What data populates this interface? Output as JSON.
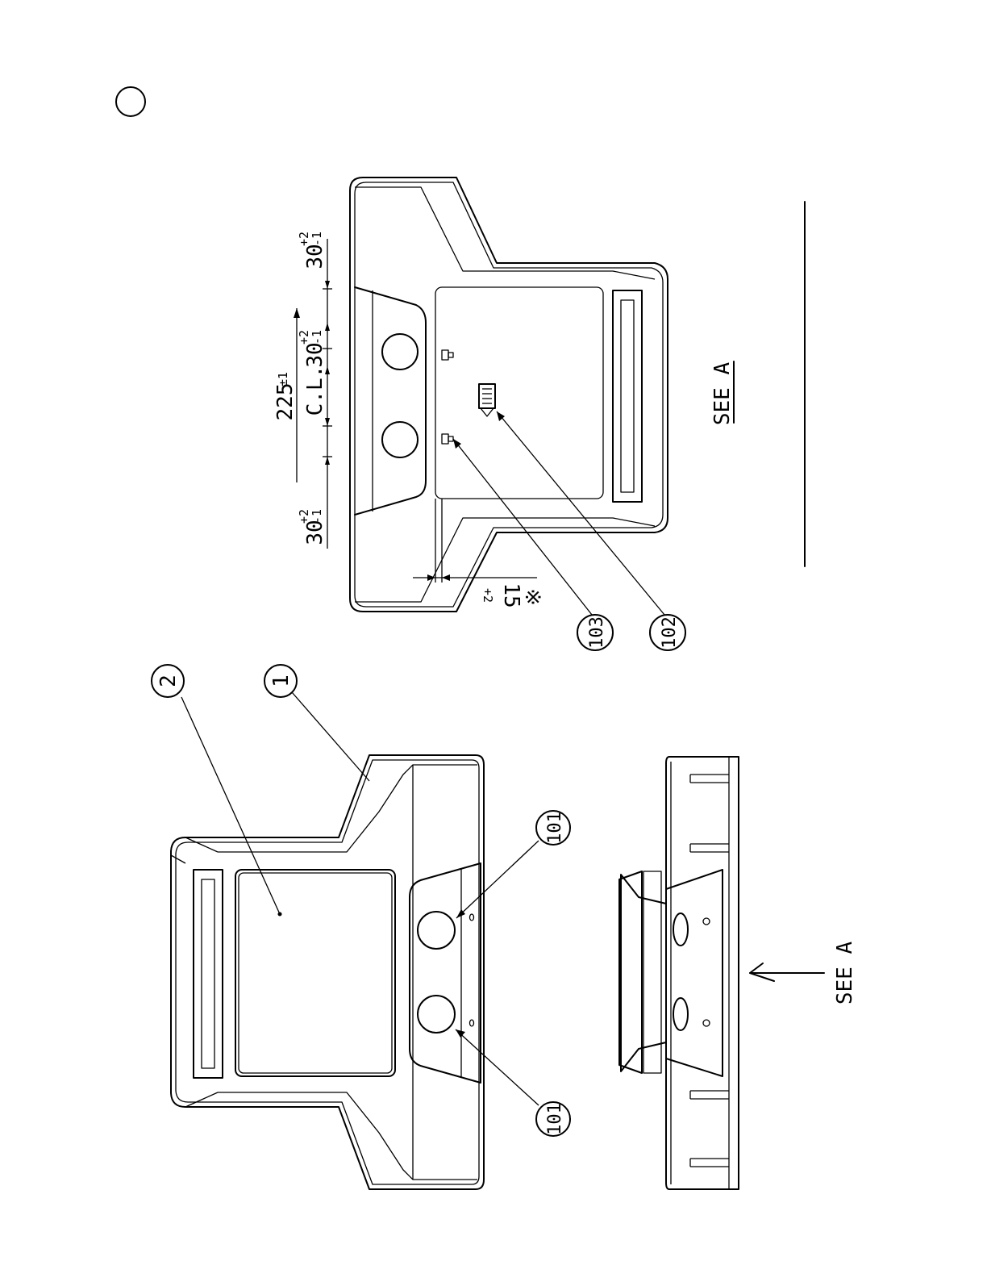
{
  "drawing": {
    "balloons": {
      "part_1": "1",
      "part_2": "2",
      "part_101_a": "101",
      "part_101_b": "101",
      "part_102": "102",
      "part_103": "103"
    },
    "dimensions": {
      "overall": "225",
      "overall_tol": "±1",
      "centerline": "C.L.",
      "spacing_left": "30",
      "spacing_center": "30",
      "spacing_right": "30",
      "tol_upper": "+2",
      "tol_lower": "-1",
      "offset_mark": "※",
      "offset_value": "15",
      "offset_tol": "+2"
    },
    "view_labels": {
      "see_a_view": "SEE A",
      "see_a_arrow": "SEE A"
    }
  }
}
